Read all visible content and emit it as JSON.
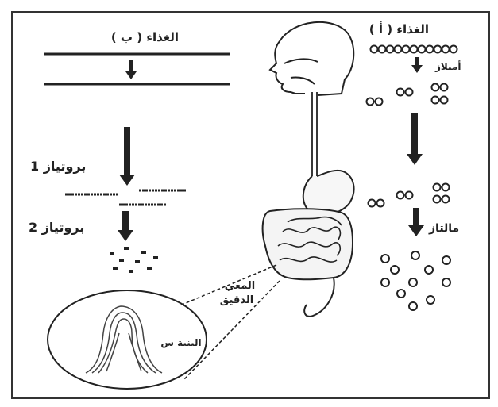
{
  "food_a_label": "الغذاء ( أ )",
  "food_b_label": "الغذاء ( ب )",
  "enzyme_amylase": "أميلاز",
  "enzyme_maltase": "مالتاز",
  "enzyme_protease_1": "بروتياز 1",
  "enzyme_protease_2": "بروتياز 2",
  "small_intestine_line1": "المعي",
  "small_intestine_line2": "الدقيق",
  "structure_s": "البنية س",
  "colors": {
    "ink": "#222222",
    "frame": "#333333",
    "background": "#ffffff"
  }
}
